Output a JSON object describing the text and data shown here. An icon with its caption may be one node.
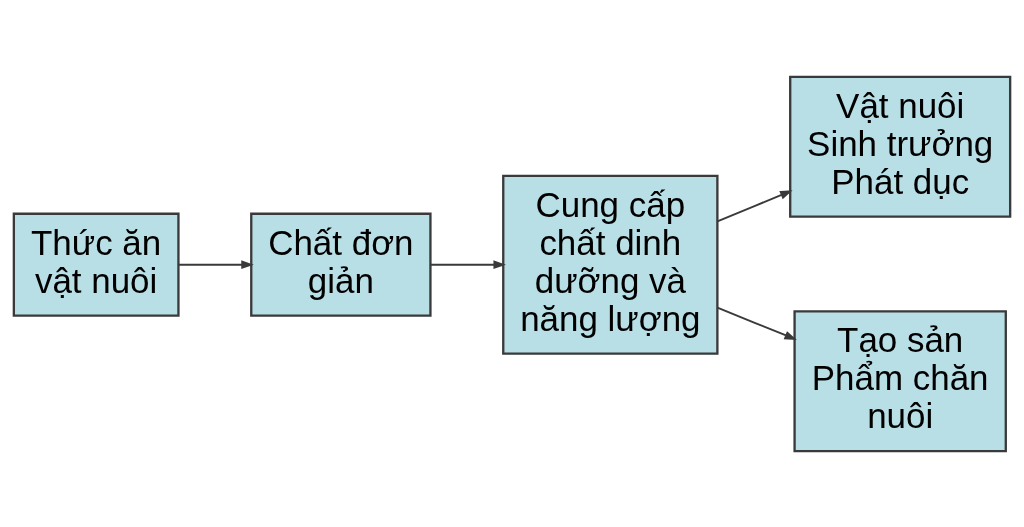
{
  "diagram": {
    "nodes": [
      {
        "text": [
          "Thức ăn vật nuôi"
        ]
      },
      {
        "text": [
          "Chất đơn giản"
        ]
      },
      {
        "text": [
          "Cung cấp chất dinh dưỡng và năng lượng"
        ]
      },
      {
        "text": [
          "Vật nuôi Sinh trưởng Phát dục"
        ]
      },
      {
        "text": [
          "Tạo sản Phẩm chăn nuôi"
        ]
      }
    ],
    "edges": [
      {
        "from": 0,
        "to": 1,
        "arrow": "to"
      },
      {
        "from": 1,
        "to": 2,
        "arrow": "to"
      },
      {
        "from": 2,
        "to": 3,
        "arrow": "to"
      },
      {
        "from": 2,
        "to": 4,
        "arrow": "to"
      }
    ]
  }
}
